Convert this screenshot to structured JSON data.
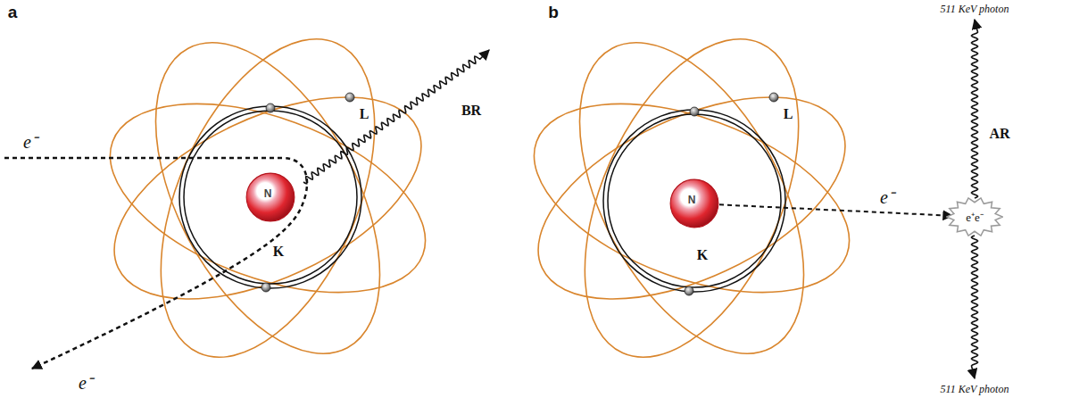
{
  "diagram": {
    "nodes": [
      {
        "text": [
          "N"
        ]
      },
      {
        "text": [
          "N"
        ]
      },
      {
        "text": [
          "e⁺e⁻"
        ]
      }
    ],
    "edges": [
      {
        "from": 1,
        "to": 2,
        "arrow": "to",
        "label": "e⁻"
      }
    ],
    "labels": [
      "a",
      "L",
      "e⁻",
      "BR",
      "K",
      "e⁻",
      "b",
      "L",
      "K",
      "AR",
      "511 KeV photon",
      "511 KeV photon"
    ]
  }
}
